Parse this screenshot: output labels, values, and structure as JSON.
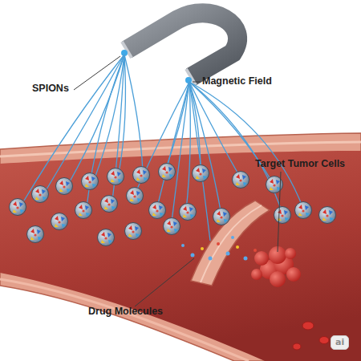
{
  "diagram": {
    "labels": [
      "SPIONs",
      "Magnetic Field",
      "Target Tumor Cells",
      "Drug Molecules",
      "ai"
    ]
  }
}
